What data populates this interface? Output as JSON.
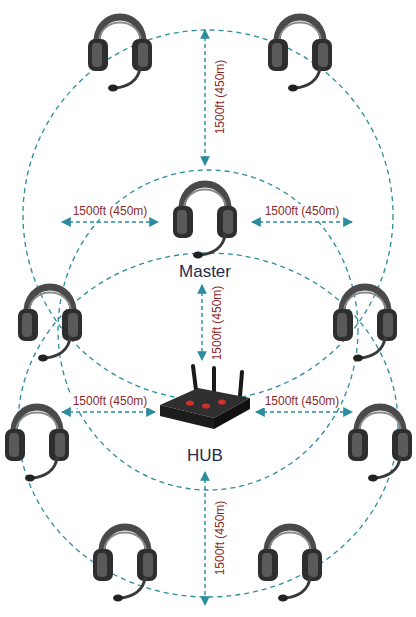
{
  "diagram": {
    "nodes": [
      {
        "text": [
          "Master"
        ]
      },
      {
        "text": [
          "HUB"
        ]
      }
    ],
    "edges": [
      {
        "from": 0,
        "to": 1,
        "arrow": "both",
        "label": "1500ft (450m)"
      }
    ],
    "labels": [
      "1500ft (450m)",
      "1500ft (450m)",
      "1500ft (450m)",
      "1500ft (450m)",
      "1500ft (450m)",
      "1500ft (450m)"
    ]
  }
}
